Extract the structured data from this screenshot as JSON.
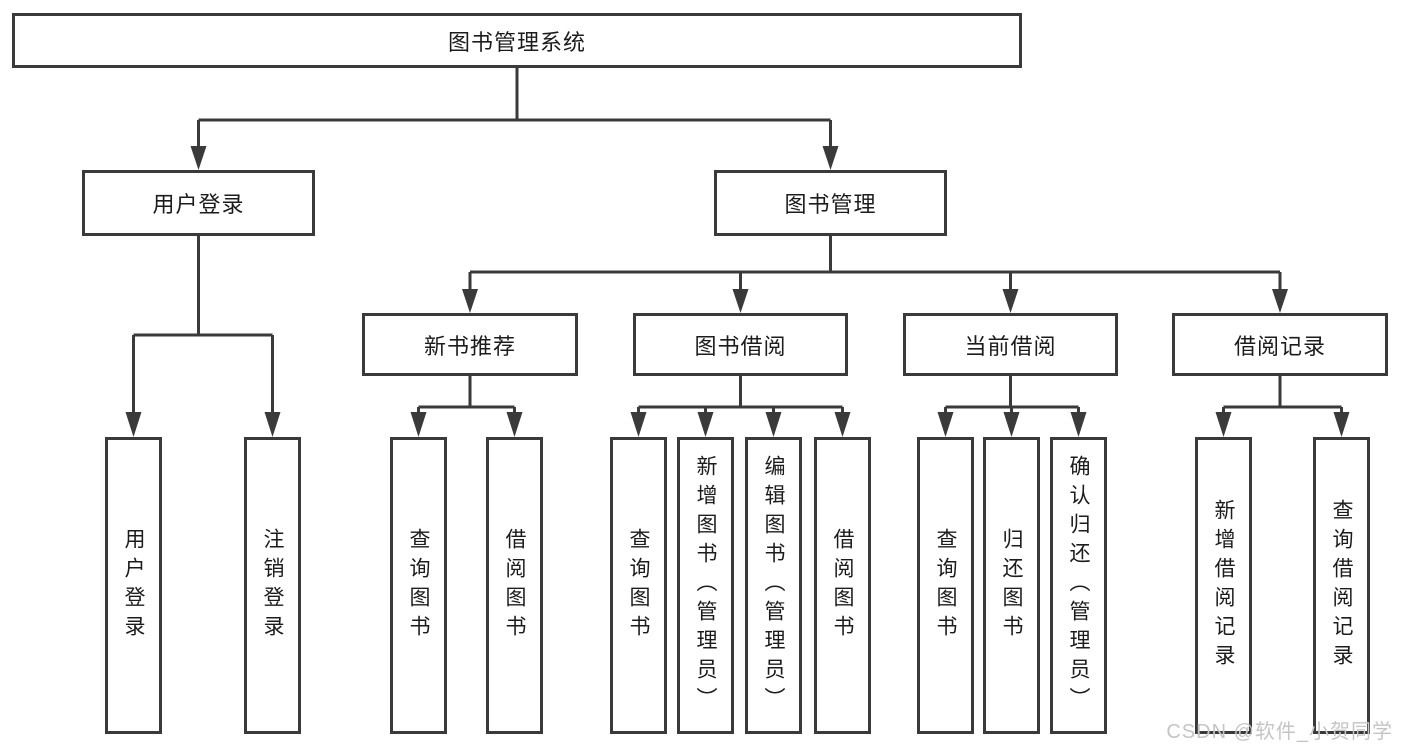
{
  "colors": {
    "background": "#ffffff",
    "line": "#3a3a3a",
    "box_border": "#3a3a3a",
    "text": "#1c1c1c",
    "watermark": "#c5c5c5"
  },
  "watermark": {
    "text": "CSDN @软件_小贺同学"
  },
  "tree": {
    "root": {
      "label": "图书管理系统"
    },
    "branches": [
      {
        "label": "用户登录",
        "children": [
          {
            "label": "用户登录"
          },
          {
            "label": "注销登录"
          }
        ]
      },
      {
        "label": "图书管理",
        "children": [
          {
            "label": "新书推荐",
            "children": [
              {
                "label": "查询图书"
              },
              {
                "label": "借阅图书"
              }
            ]
          },
          {
            "label": "图书借阅",
            "children": [
              {
                "label": "查询图书"
              },
              {
                "label": "新增图书（管理员）"
              },
              {
                "label": "编辑图书（管理员）"
              },
              {
                "label": "借阅图书"
              }
            ]
          },
          {
            "label": "当前借阅",
            "children": [
              {
                "label": "查询图书"
              },
              {
                "label": "归还图书"
              },
              {
                "label": "确认归还（管理员）"
              }
            ]
          },
          {
            "label": "借阅记录",
            "children": [
              {
                "label": "新增借阅记录"
              },
              {
                "label": "查询借阅记录"
              }
            ]
          }
        ]
      }
    ]
  }
}
